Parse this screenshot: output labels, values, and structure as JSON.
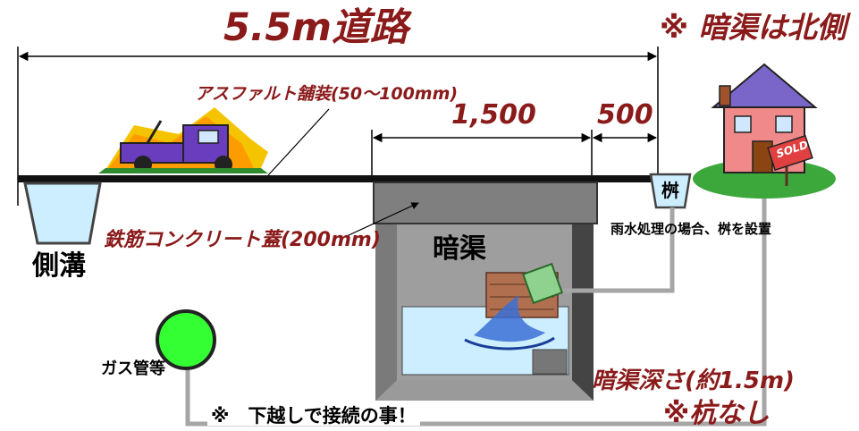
{
  "title": "5.5m道路",
  "note_north": "※ 暗渠は北側",
  "asphalt": "アスファルト舗装(50～100mm)",
  "dim_1500": "1,500",
  "dim_500": "500",
  "masu": "桝",
  "masu_note": "雨水処理の場合、桝を設置",
  "lid": "鉄筋コンクリート蓋(200mm)",
  "side_ditch": "側溝",
  "culvert": "暗渠",
  "gas": "ガス管等",
  "depth": "暗渠深さ(約1.5m)",
  "no_pile": "※杭なし",
  "connect_note": "※　下越しで接続の事！",
  "sold_sign": "SOLD",
  "colors": {
    "label_red": "#8b1a1a",
    "road": "#111111",
    "water": "#cdeeff",
    "concrete": "#7f7f7f",
    "gas_pipe": "#33ff33",
    "pipe_line": "#a6a6a6"
  }
}
